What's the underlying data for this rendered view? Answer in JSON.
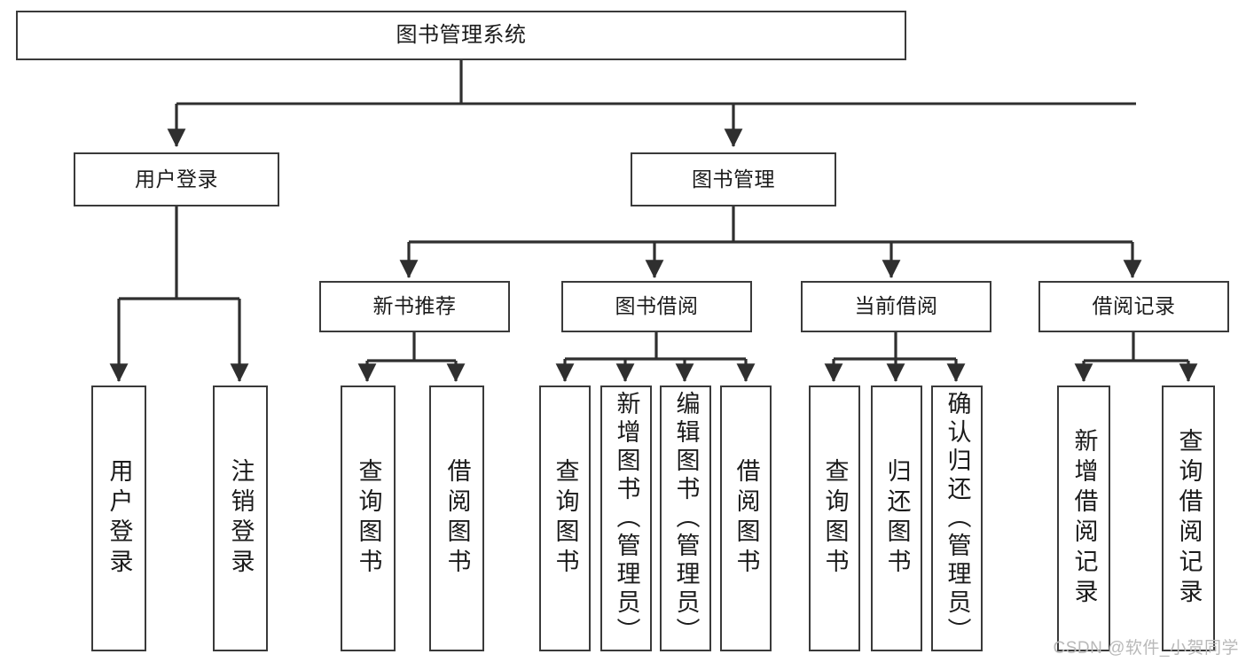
{
  "diagram": {
    "title": "图书管理系统",
    "type": "tree-hierarchy-diagram",
    "style": {
      "box_border_color": "#3a3a3a",
      "box_fill_color": "#ffffff",
      "connector_color": "#2f2f2f",
      "text_color": "#1b1b1b",
      "background_color": "#ffffff"
    },
    "root": {
      "label": "图书管理系统"
    },
    "level2": [
      {
        "label": "用户登录"
      },
      {
        "label": "图书管理"
      }
    ],
    "level3": [
      {
        "label": "新书推荐"
      },
      {
        "label": "图书借阅"
      },
      {
        "label": "当前借阅"
      },
      {
        "label": "借阅记录"
      }
    ],
    "leaves": {
      "user_login": [
        {
          "label": "用户登录"
        },
        {
          "label": "注销登录"
        }
      ],
      "new_book_recommend": [
        {
          "label": "查询图书"
        },
        {
          "label": "借阅图书"
        }
      ],
      "book_borrow": [
        {
          "label": "查询图书"
        },
        {
          "label": "新增图书（管理员）"
        },
        {
          "label": "编辑图书（管理员）"
        },
        {
          "label": "借阅图书"
        }
      ],
      "current_borrow": [
        {
          "label": "查询图书"
        },
        {
          "label": "归还图书"
        },
        {
          "label": "确认归还（管理员）"
        }
      ],
      "borrow_record": [
        {
          "label": "新增借阅记录"
        },
        {
          "label": "查询借阅记录"
        }
      ]
    }
  },
  "watermark": {
    "text": "CSDN @软件_小贺同学"
  }
}
